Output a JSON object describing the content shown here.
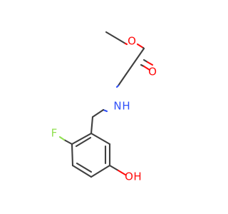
{
  "atoms": {
    "ester_o_single": {
      "label": "O",
      "color": "#ff0d0d"
    },
    "ester_o_double": {
      "label": "O",
      "color": "#ff0d0d"
    },
    "amine_n": {
      "label": "N",
      "color": "#3050f8"
    },
    "amine_h": {
      "label": "H",
      "color": "#3050f8"
    },
    "fluorine": {
      "label": "F",
      "color": "#90e050"
    },
    "phenol_o": {
      "label": "O",
      "color": "#ff0d0d"
    },
    "phenol_h": {
      "label": "H",
      "color": "#ff0d0d"
    }
  }
}
